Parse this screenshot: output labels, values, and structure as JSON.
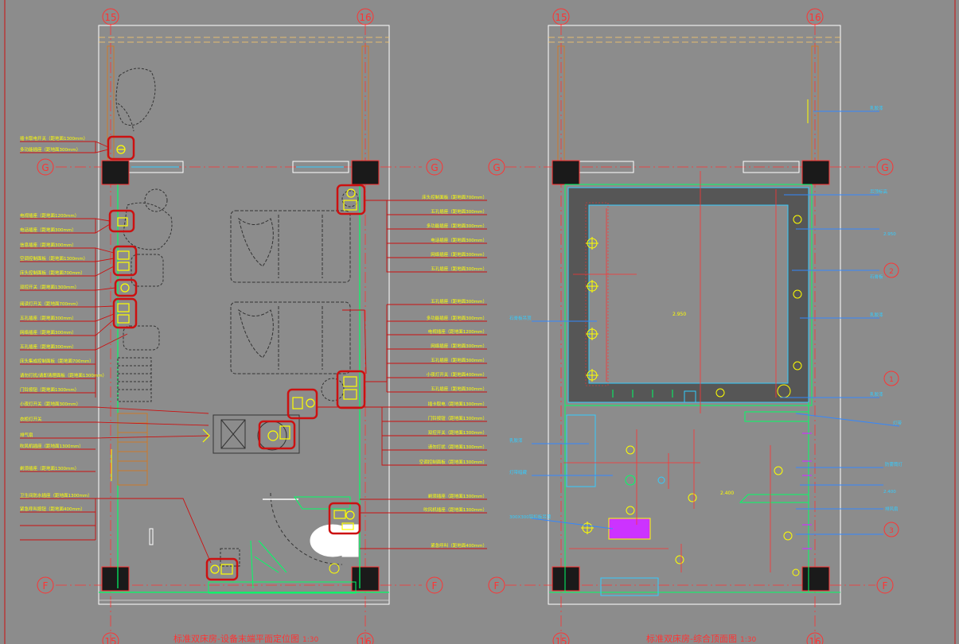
{
  "app": {
    "title": "CAD Floor Plan Viewer"
  },
  "colors": {
    "background": "#8c8c8c",
    "axis": "#ff3333",
    "wall": "#ffffff",
    "green": "#00ff66",
    "cyan": "#33ccff",
    "yellow": "#ffff00",
    "darkline": "#333333",
    "column": "#1a1a1a",
    "orange": "#cc7a2b",
    "magenta": "#cc33ff"
  },
  "grid_bubbles": {
    "col_15": "15",
    "col_16": "16",
    "row_G": "G",
    "row_F": "F"
  },
  "left_plan": {
    "title": "标准双床房-设备末端平面定位图",
    "scale": "1:30",
    "left_labels": [
      "插卡取电开关（距地面1300mm）",
      "多功能插座（距地面300mm）",
      "电视插座（距地面1200mm）",
      "电话插座（距地面300mm）",
      "信息插座（距地面300mm）",
      "空调控制面板（距地面1300mm）",
      "床头控制面板（距地面700mm）",
      "双控开关（距地面1300mm）",
      "阅读灯开关（距地面700mm）",
      "五孔插座（距地面300mm）",
      "网络插座（距地面300mm）",
      "五孔插座（距地面300mm）",
      "床头集成控制面板（距地面700mm）",
      "请勿打扰/请即清理面板（距地面1300mm）",
      "门铃按钮（距地面1300mm）",
      "小夜灯开关（距地面300mm）",
      "衣柜灯开关",
      "排气扇",
      "吹风机插座（距地面1300mm）",
      "剃须插座（距地面1300mm）",
      "卫生间防水插座（距地面1300mm）",
      "紧急呼叫按钮（距地面400mm）"
    ],
    "right_labels": [
      "床头控制面板（距地面700mm）",
      "五孔插座（距地面300mm）",
      "多功能插座（距地面300mm）",
      "电话插座（距地面300mm）",
      "网络插座（距地面300mm）",
      "五孔插座（距地面300mm）",
      "五孔插座（距地面300mm）",
      "多功能插座（距地面300mm）",
      "电视插座（距地面1200mm）",
      "网络插座（距地面300mm）",
      "五孔插座（距地面300mm）",
      "小夜灯开关（距地面400mm）",
      "五孔插座（距地面300mm）",
      "插卡取电（距地面1300mm）",
      "门铃按钮（距地面1300mm）",
      "双控开关（距地面1300mm）",
      "请勿打扰（距地面1300mm）",
      "空调控制面板（距地面1300mm）",
      "剃须插座（距地面1300mm）",
      "吹风机插座（距地面1300mm）",
      "紧急呼叫（距地面400mm）"
    ]
  },
  "right_plan": {
    "title": "标准双床房-综合顶面图",
    "scale": "1:30",
    "left_tags": [
      "石膏板吊顶",
      "乳胶漆",
      "灯带暗藏",
      "300X300铝扣板吊顶"
    ],
    "right_tags": [
      "乳胶漆",
      "吊顶标高",
      "2.950",
      "石膏板",
      "乳胶漆",
      "乳胶漆",
      "灯带",
      "防雾筒灯",
      "2.400",
      "排风扇"
    ],
    "levels": [
      "2.950",
      "2.400"
    ],
    "detail_bubbles": [
      "1",
      "2",
      "3"
    ]
  }
}
